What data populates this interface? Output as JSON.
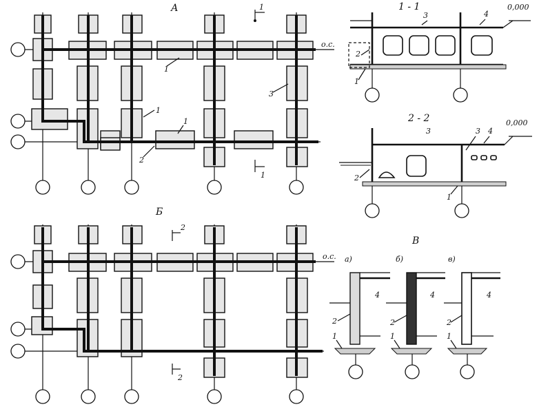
{
  "labels": {
    "plan_a": "А",
    "plan_b": "Б",
    "detail_v": "В",
    "section_11": "1 - 1",
    "section_22": "2 - 2",
    "mark_0000_a": "0,000",
    "mark_0000_b": "0,000",
    "axis_os_a": "о.с.",
    "axis_os_b": "о.с.",
    "cut_1_top": "1",
    "cut_1_bottom": "1",
    "cut_2_top": "2",
    "cut_2_bottom": "2",
    "variant_a": "а)",
    "variant_b": "б)",
    "variant_v": "в)"
  },
  "callouts": {
    "a_1a": "1",
    "a_1b": "1",
    "a_1c": "1",
    "a_2": "2",
    "a_3": "3",
    "s1_2": "2",
    "s1_3": "3",
    "s1_4": "4",
    "s1_1": "1",
    "s2_3a": "3",
    "s2_3b": "3",
    "s2_4": "4",
    "s2_2": "2",
    "s2_1": "1",
    "va_4": "4",
    "va_2": "2",
    "va_1": "1",
    "vb_4": "4",
    "vb_2": "2",
    "vb_1": "1",
    "vv_4": "4",
    "vv_2": "2",
    "vv_1": "1"
  }
}
